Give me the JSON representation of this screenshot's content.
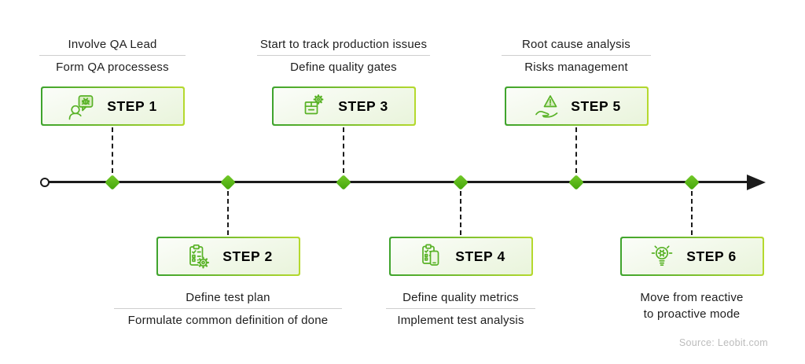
{
  "meta": {
    "source_note": "Source: Leobit.com"
  },
  "palette": {
    "accent_green": "#55b318",
    "badge_border_gradient": [
      "#3fa42d",
      "#b5d92e"
    ],
    "badge_fill": "#eef6e2",
    "timeline_black": "#1b1b1b",
    "divider_gray": "#cfcfcf",
    "source_gray": "#bcbcbc"
  },
  "timeline": {
    "marker_shape": "diamond",
    "marker_count": 6,
    "direction": "left-to-right"
  },
  "steps": [
    {
      "title": "STEP 1",
      "side": "top",
      "icon": "qa-lead-bug-chat-icon",
      "labels": [
        "Involve QA Lead",
        "Form QA processess"
      ]
    },
    {
      "title": "STEP 2",
      "side": "bottom",
      "icon": "test-plan-checklist-gear-icon",
      "labels": [
        "Define test plan",
        "Formulate common definition of done"
      ]
    },
    {
      "title": "STEP 3",
      "side": "top",
      "icon": "production-package-gear-icon",
      "labels": [
        "Start to track production issues",
        "Define quality gates"
      ]
    },
    {
      "title": "STEP 4",
      "side": "bottom",
      "icon": "quality-metrics-clipboard-phone-icon",
      "labels": [
        "Define quality metrics",
        "Implement test analysis"
      ]
    },
    {
      "title": "STEP 5",
      "side": "top",
      "icon": "risk-hand-warning-icon",
      "labels": [
        "Root cause analysis",
        "Risks management"
      ]
    },
    {
      "title": "STEP 6",
      "side": "bottom",
      "icon": "proactive-bulb-gear-icon",
      "labels": [
        "Move from reactive",
        "to proactive mode"
      ]
    }
  ]
}
